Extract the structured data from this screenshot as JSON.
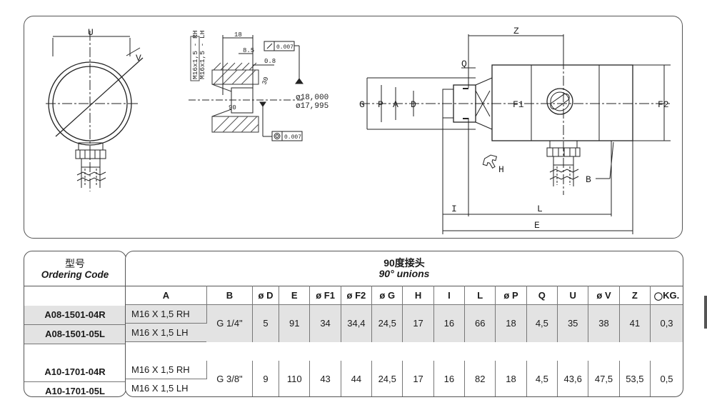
{
  "drawing": {
    "labels": {
      "u": "U",
      "v": "V",
      "thread_rh": "M16x1,5 - RH",
      "thread_lh": "M16x1,5 - LH",
      "dim_18": "18",
      "dim_8_5": "8.5",
      "dim_0_8": "0.8",
      "tol_top": "0.007",
      "tol_bottom": "0.007",
      "dia_max": "ø18,000",
      "dia_min": "ø17,995",
      "angle_30": "30",
      "angle_90": "90",
      "z": "Z",
      "q": "Q",
      "g": "G",
      "p": "P",
      "a": "A",
      "d": "D",
      "f1": "F1",
      "f2": "F2",
      "h": "H",
      "b": "B",
      "i": "I",
      "l": "L",
      "e": "E"
    }
  },
  "table": {
    "ordering_code_zh": "型号",
    "ordering_code_en": "Ordering Code",
    "title_zh": "90度接头",
    "title_en": "90° unions",
    "headers": [
      "A",
      "B",
      "ø D",
      "E",
      "ø F1",
      "ø F2",
      "ø G",
      "H",
      "I",
      "L",
      "ø P",
      "Q",
      "U",
      "ø V",
      "Z",
      "KG."
    ],
    "groups": [
      {
        "codes": [
          "A08-1501-04R",
          "A08-1501-05L"
        ],
        "a_values": [
          "M16 X 1,5  RH",
          "M16 X 1,5  LH"
        ],
        "values": [
          "G 1/4\"",
          "5",
          "91",
          "34",
          "34,4",
          "24,5",
          "17",
          "16",
          "66",
          "18",
          "4,5",
          "35",
          "38",
          "41",
          "0,3"
        ]
      },
      {
        "codes": [
          "A10-1701-04R",
          "A10-1701-05L"
        ],
        "a_values": [
          "M16 X 1,5  RH",
          "M16 X 1,5  LH"
        ],
        "values": [
          "G 3/8\"",
          "9",
          "110",
          "43",
          "44",
          "24,5",
          "17",
          "16",
          "82",
          "18",
          "4,5",
          "43,6",
          "47,5",
          "53,5",
          "0,5"
        ]
      }
    ]
  }
}
